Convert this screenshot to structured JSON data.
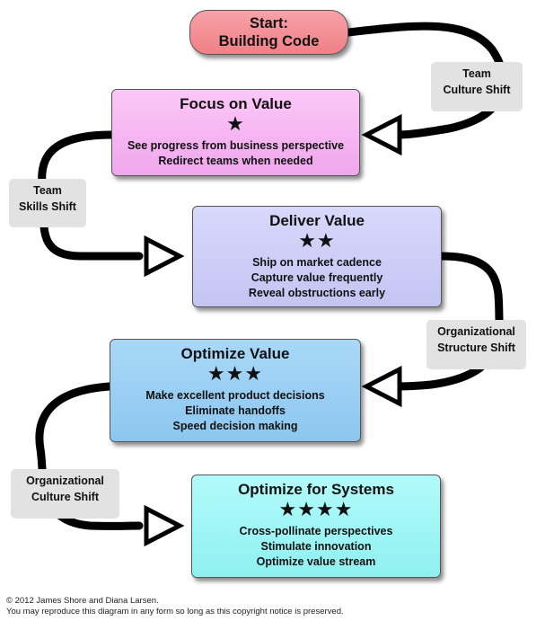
{
  "start": {
    "line1": "Start:",
    "line2": "Building Code"
  },
  "stages": {
    "focus": {
      "title": "Focus on Value",
      "stars": "★",
      "lines": [
        "See progress from business perspective",
        "Redirect teams when needed"
      ]
    },
    "deliver": {
      "title": "Deliver Value",
      "stars": "★★",
      "lines": [
        "Ship on market cadence",
        "Capture value frequently",
        "Reveal obstructions early"
      ]
    },
    "optimize": {
      "title": "Optimize Value",
      "stars": "★★★",
      "lines": [
        "Make excellent product decisions",
        "Eliminate handoffs",
        "Speed decision making"
      ]
    },
    "systems": {
      "title": "Optimize for Systems",
      "stars": "★★★★",
      "lines": [
        "Cross-pollinate perspectives",
        "Stimulate innovation",
        "Optimize value stream"
      ]
    }
  },
  "shifts": {
    "team_culture": [
      "Team",
      "Culture Shift"
    ],
    "team_skills": [
      "Team",
      "Skills Shift"
    ],
    "org_structure": [
      "Organizational",
      "Structure Shift"
    ],
    "org_culture": [
      "Organizational",
      "Culture Shift"
    ]
  },
  "copyright": [
    "© 2012 James Shore and Diana Larsen.",
    "You may reproduce this diagram in any form so long as this copyright notice is preserved."
  ],
  "colors": {
    "start": "#f28a91",
    "focus": "#f5b5f0",
    "deliver": "#cccdf6",
    "optimize": "#99cef2",
    "systems": "#9ff4f4",
    "connector": "#000000",
    "label_bg": "#e2e2e2"
  }
}
